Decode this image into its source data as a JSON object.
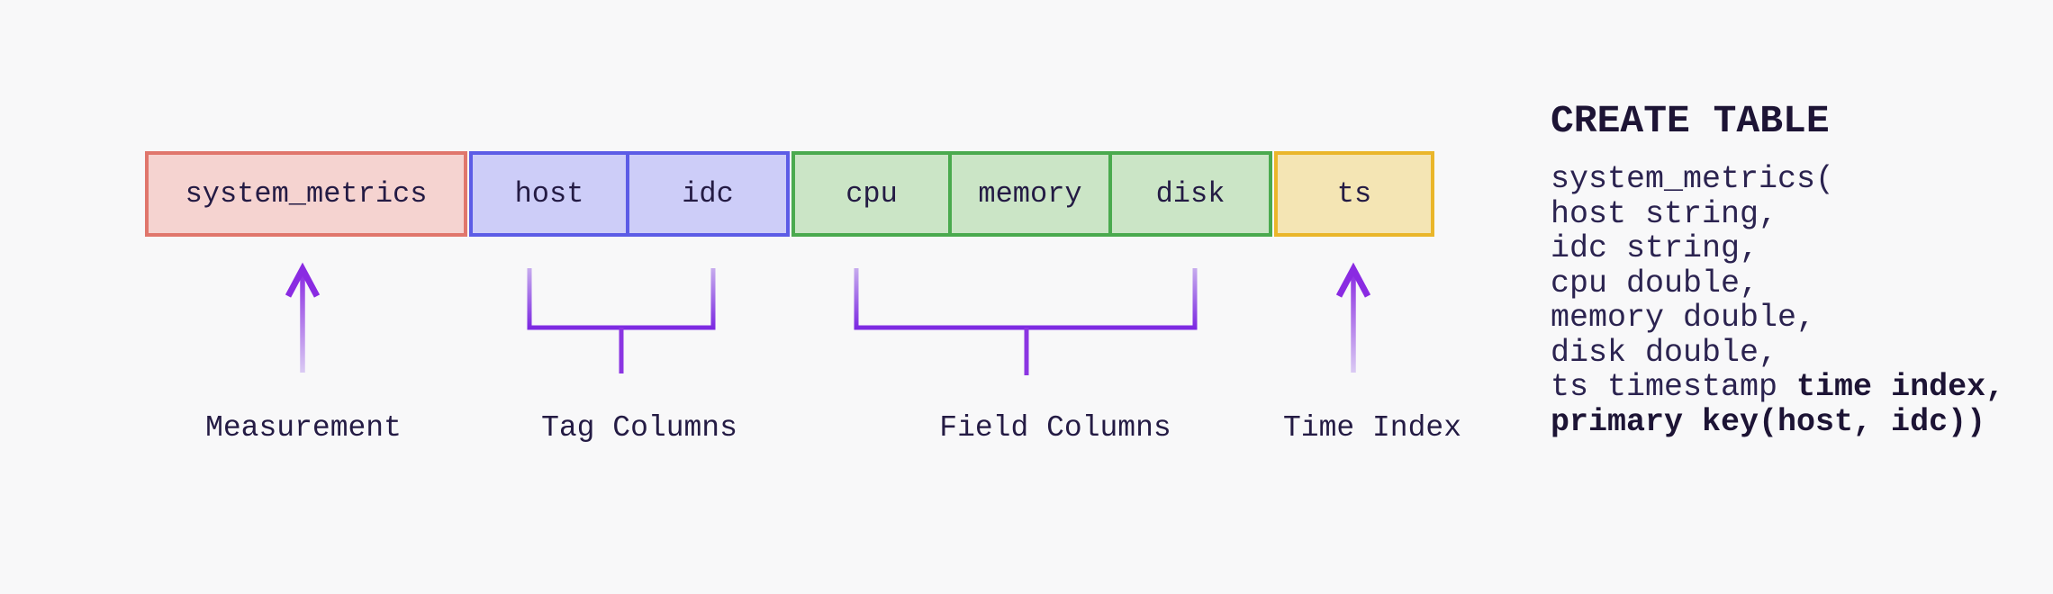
{
  "diagram": {
    "table": {
      "boxes": [
        {
          "label": "system_metrics",
          "group": "measurement"
        },
        {
          "label": "host",
          "group": "tag"
        },
        {
          "label": "idc",
          "group": "tag"
        },
        {
          "label": "cpu",
          "group": "field"
        },
        {
          "label": "memory",
          "group": "field"
        },
        {
          "label": "disk",
          "group": "field"
        },
        {
          "label": "ts",
          "group": "time"
        }
      ]
    },
    "annotations": [
      {
        "label": "Measurement",
        "connector": "arrow-up"
      },
      {
        "label": "Tag Columns",
        "connector": "bracket"
      },
      {
        "label": "Field Columns",
        "connector": "bracket"
      },
      {
        "label": "Time Index",
        "connector": "arrow-up"
      }
    ]
  },
  "sql": {
    "heading": "CREATE TABLE",
    "lines": [
      {
        "pre": "system_metrics("
      },
      {
        "pre": "host string,"
      },
      {
        "pre": "idc string,"
      },
      {
        "pre": "cpu double,"
      },
      {
        "pre": "memory double,"
      },
      {
        "pre": "disk double,"
      },
      {
        "pre": "ts timestamp ",
        "bold": "time index,"
      },
      {
        "pre": "",
        "bold": "primary key(host, idc))"
      }
    ]
  },
  "colors": {
    "background": "#f8f8f9",
    "text": "#241b44",
    "measurement_bg": "#f5d3d0",
    "measurement_border": "#e0766c",
    "tag_bg": "#cdcdf8",
    "tag_border": "#5c5ce6",
    "field_bg": "#cbe5c6",
    "field_border": "#4aaa4e",
    "time_bg": "#f4e5b4",
    "time_border": "#eab62a",
    "connector_purple": "#8a2be2",
    "connector_purple_light": "#d8c9f2"
  }
}
